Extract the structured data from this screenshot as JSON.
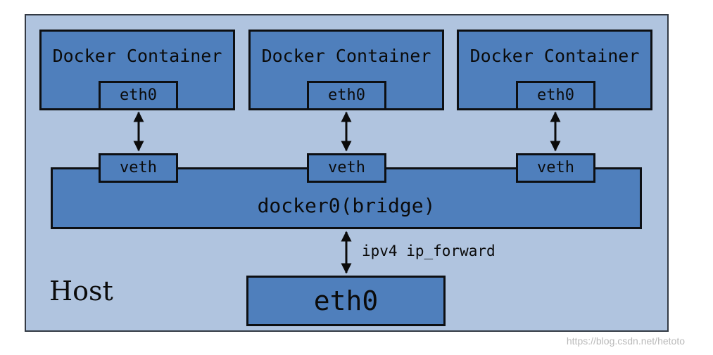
{
  "host_label": "Host",
  "containers": [
    {
      "title": "Docker Container",
      "interface": "eth0",
      "veth": "veth"
    },
    {
      "title": "Docker Container",
      "interface": "eth0",
      "veth": "veth"
    },
    {
      "title": "Docker Container",
      "interface": "eth0",
      "veth": "veth"
    }
  ],
  "bridge_label": "docker0(bridge)",
  "forward_label": "ipv4 ip_forward",
  "host_interface": "eth0",
  "watermark": "https://blog.csdn.net/hetoto",
  "colors": {
    "host_background": "#b0c4df",
    "box_fill": "#4f7fbc",
    "border": "#0d0f12"
  }
}
